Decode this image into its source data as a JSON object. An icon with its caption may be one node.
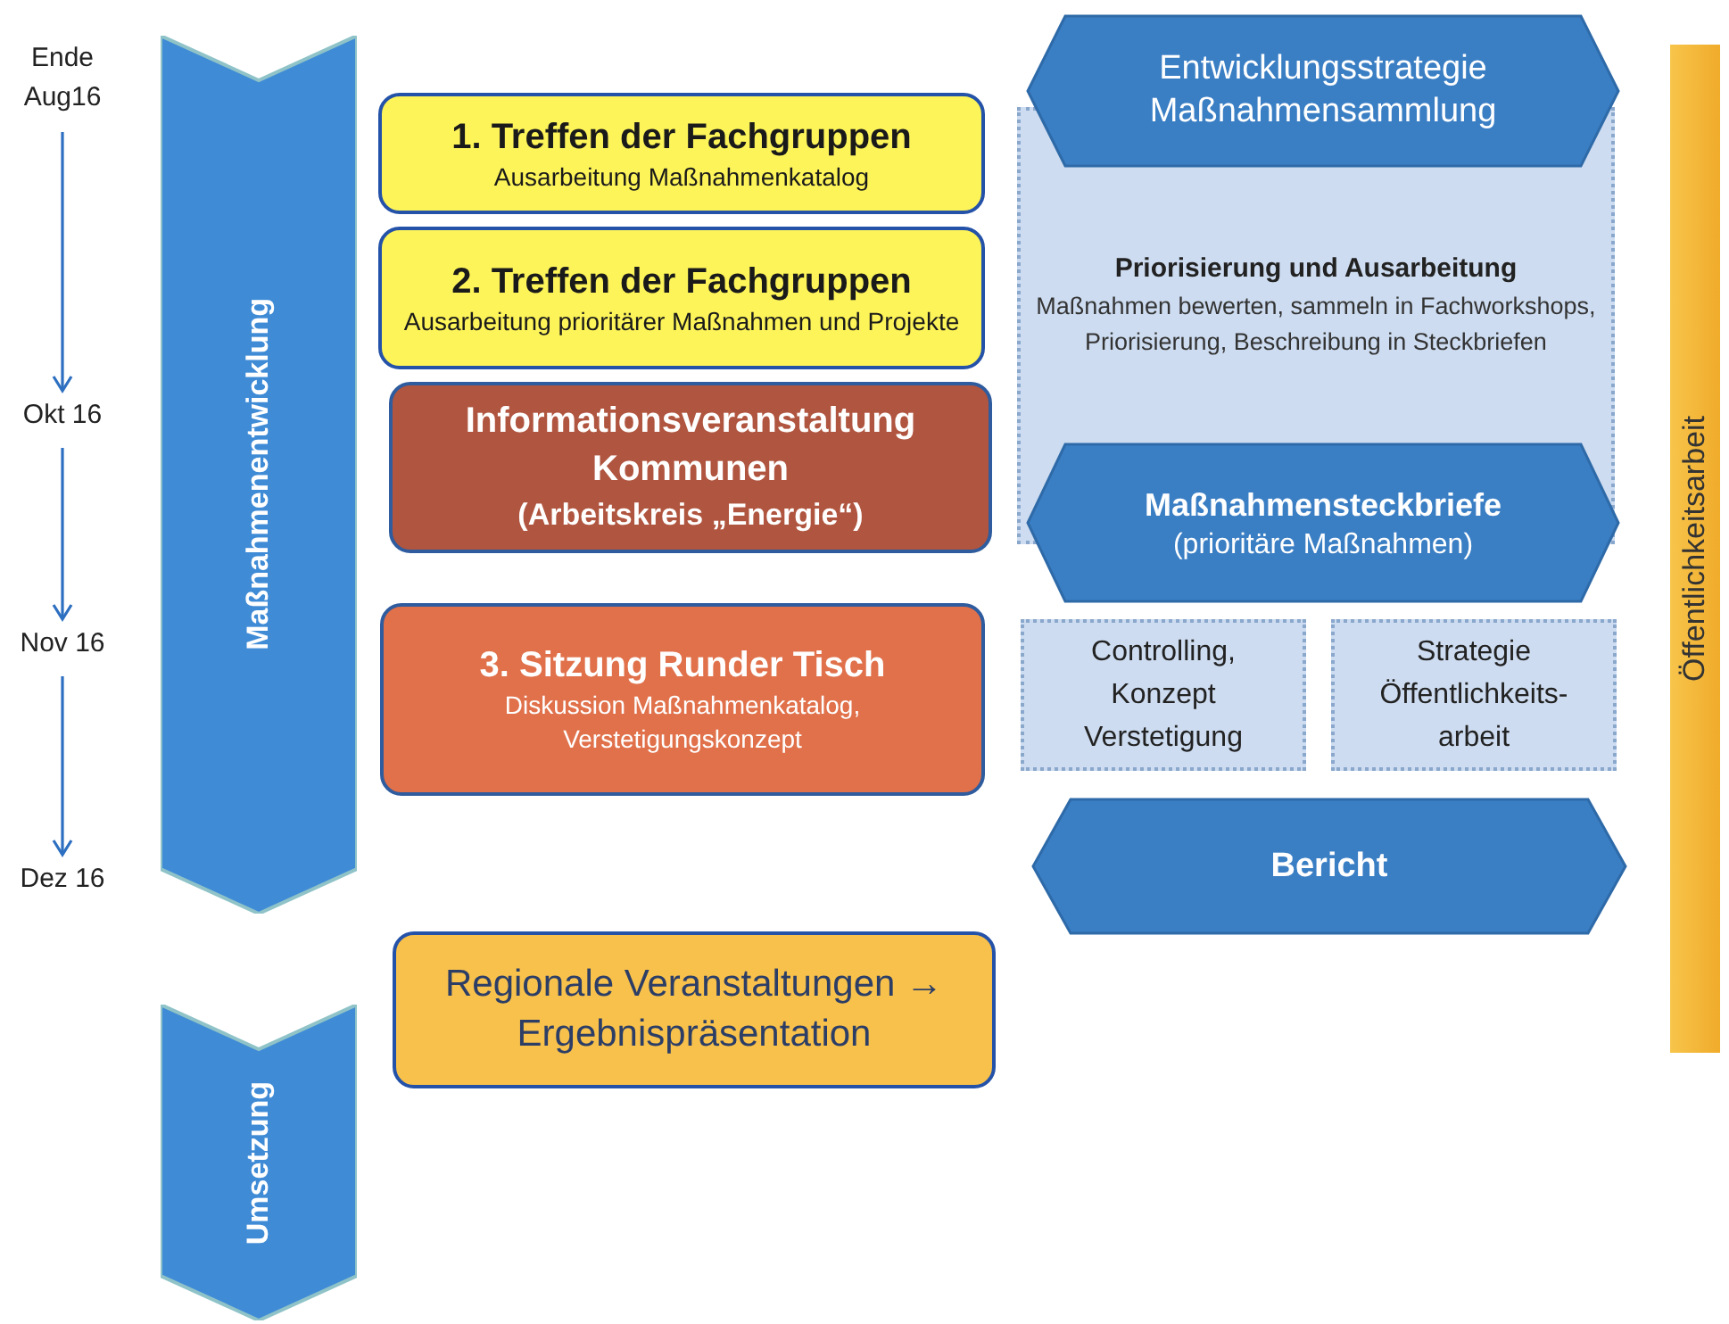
{
  "diagram": {
    "nodes": [
      {
        "text": [
          "Ende Aug16"
        ]
      },
      {
        "text": [
          "Okt 16"
        ]
      },
      {
        "text": [
          "Nov 16"
        ]
      },
      {
        "text": [
          "Dez 16"
        ]
      },
      {
        "text": [
          "Maßnahmenentwicklung"
        ]
      },
      {
        "text": [
          "Umsetzung"
        ]
      },
      {
        "text": [
          "1. Treffen der Fachgruppen",
          "Ausarbeitung Maßnahmenkatalog"
        ]
      },
      {
        "text": [
          "2. Treffen der Fachgruppen",
          "Ausarbeitung prioritärer Maßnahmen und Projekte"
        ]
      },
      {
        "text": [
          "Informationsveranstaltung Kommunen",
          "(Arbeitskreis „Energie“)"
        ]
      },
      {
        "text": [
          "3. Sitzung Runder Tisch",
          "Diskussion Maßnahmenkatalog, Verstetigungskonzept"
        ]
      },
      {
        "text": [
          "Regionale Veranstaltungen → Ergebnispräsentation"
        ]
      },
      {
        "text": [
          "Entwicklungsstrategie Maßnahmensammlung"
        ]
      },
      {
        "text": [
          "Priorisierung und Ausarbeitung",
          "Maßnahmen bewerten, sammeln in Fachworkshops, Priorisierung, Beschreibung in Steckbriefen"
        ]
      },
      {
        "text": [
          "Maßnahmensteckbriefe",
          "(prioritäre Maßnahmen)"
        ]
      },
      {
        "text": [
          "Controlling, Konzept Verstetigung"
        ]
      },
      {
        "text": [
          "Strategie Öffentlichkeits- arbeit"
        ]
      },
      {
        "text": [
          "Bericht"
        ]
      },
      {
        "text": [
          "Öffentlichkeitsarbeit"
        ]
      }
    ],
    "edges": [
      {
        "from": 0,
        "to": 1,
        "arrow": "to"
      },
      {
        "from": 1,
        "to": 2,
        "arrow": "to"
      },
      {
        "from": 2,
        "to": 3,
        "arrow": "to"
      }
    ]
  }
}
